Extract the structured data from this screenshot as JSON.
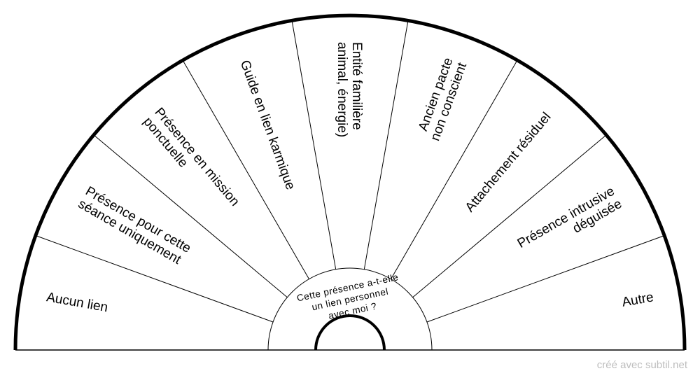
{
  "pendulum_chart": {
    "question_lines": [
      "Cette présence a-t-elle",
      "un lien personnel",
      "avec moi ?"
    ],
    "segments": [
      {
        "lines": [
          "Aucun lien"
        ]
      },
      {
        "lines": [
          "Présence pour cette",
          "séance uniquement"
        ]
      },
      {
        "lines": [
          "Présence en mission",
          "ponctuelle"
        ]
      },
      {
        "lines": [
          "Guide en lien karmique"
        ]
      },
      {
        "lines": [
          "Entité familière",
          "animal, énergie)"
        ]
      },
      {
        "lines": [
          "Ancien pacte",
          "non conscient"
        ]
      },
      {
        "lines": [
          "Attachement résiduel"
        ]
      },
      {
        "lines": [
          "Présence intrusive",
          "déguisée"
        ]
      },
      {
        "lines": [
          "Autre"
        ]
      }
    ]
  },
  "footer": {
    "credit": "créé avec subtil.net"
  }
}
